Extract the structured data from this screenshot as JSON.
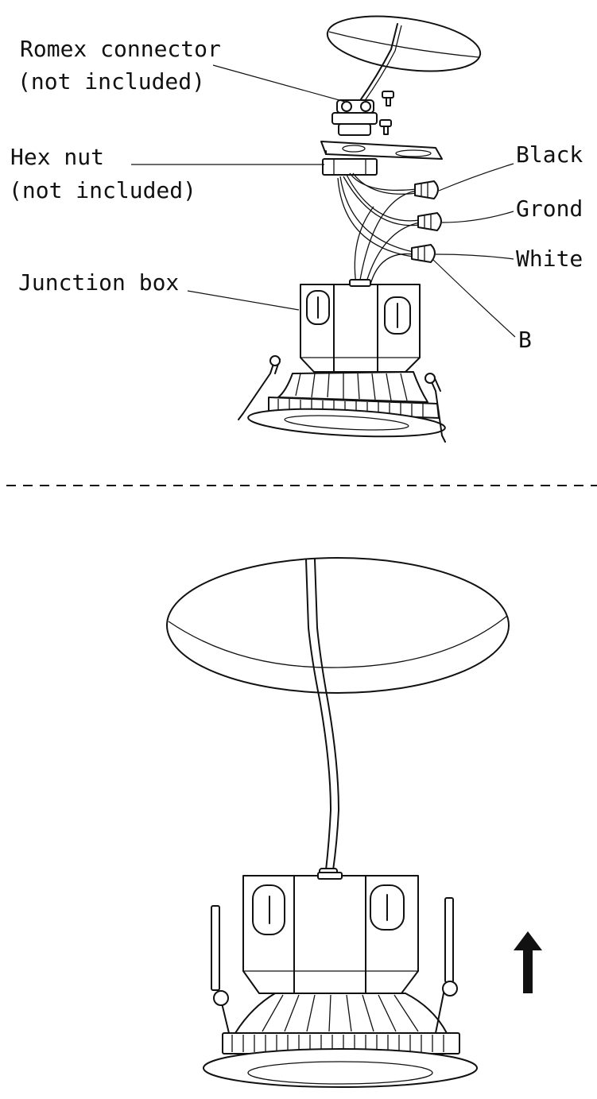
{
  "labels": {
    "romex_line1": "Romex connector",
    "romex_line2": "(not included)",
    "hexnut_line1": "Hex nut",
    "hexnut_line2": "(not included)",
    "junction_box": "Junction box",
    "black": "Black",
    "ground": "Grond",
    "white": "White",
    "b": "B"
  },
  "colors": {
    "line": "#111111",
    "background": "#ffffff"
  },
  "icons": {
    "direction": "arrow-up-icon"
  }
}
